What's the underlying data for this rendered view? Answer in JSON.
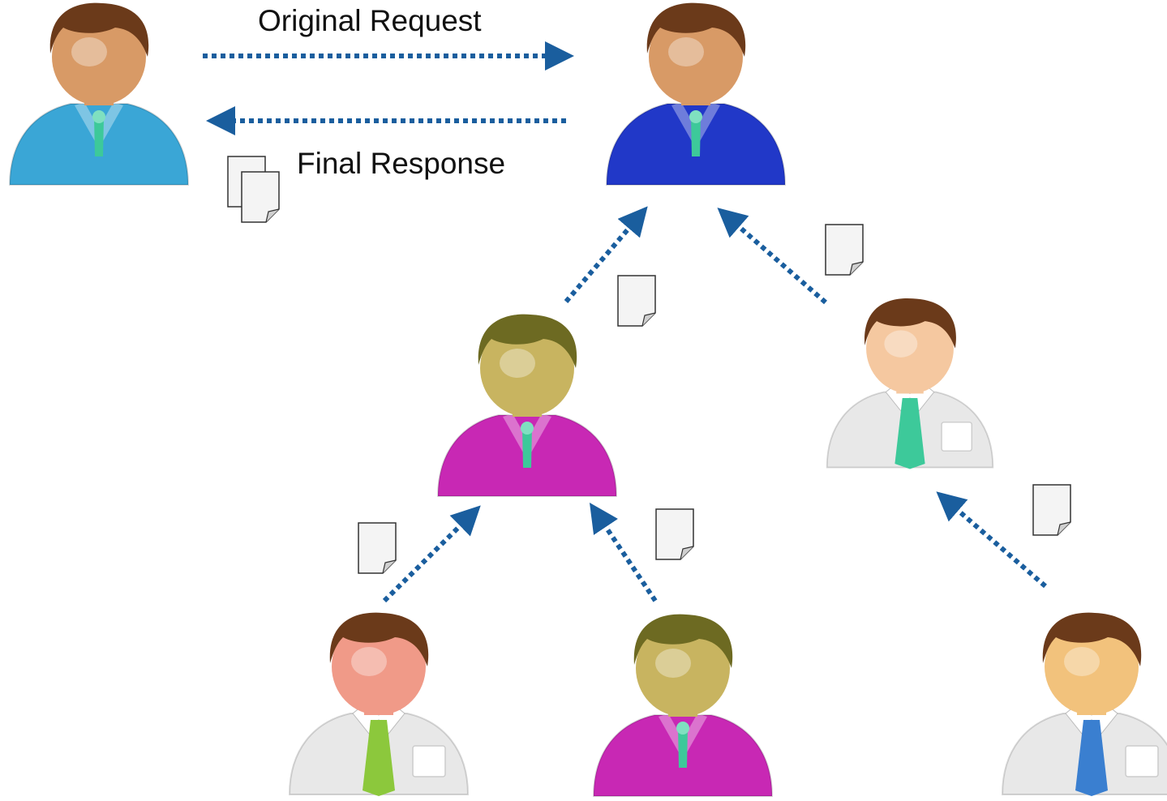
{
  "labels": {
    "original_request": "Original Request",
    "final_response": "Final Response"
  },
  "colors": {
    "arrow": "#1a5e9e",
    "suit_light_blue": "#3aa6d6",
    "suit_dark_blue": "#2138c8",
    "suit_magenta": "#c828b4",
    "shirt_white": "#e8e8e8",
    "tie_teal": "#3dc99a",
    "tie_lime": "#8cc83c",
    "tie_blue": "#3a7fd0",
    "hair_brown": "#6b3a1a",
    "hair_olive": "#6d6a22"
  },
  "people": [
    {
      "id": "requester",
      "style": "suit",
      "suit": "suit_light_blue",
      "hair": "hair_brown",
      "face": "#d89a66"
    },
    {
      "id": "root-worker",
      "style": "suit",
      "suit": "suit_dark_blue",
      "hair": "hair_brown",
      "face": "#d89a66"
    },
    {
      "id": "mid-worker-left",
      "style": "suit",
      "suit": "suit_magenta",
      "hair": "hair_olive",
      "face": "#c8b460"
    },
    {
      "id": "mid-worker-right",
      "style": "shirt",
      "tie": "tie_teal",
      "hair": "hair_brown",
      "face": "#f5c8a0"
    },
    {
      "id": "leaf-worker-1",
      "style": "shirt",
      "tie": "tie_lime",
      "hair": "hair_brown",
      "face": "#f09a88"
    },
    {
      "id": "leaf-worker-2",
      "style": "suit",
      "suit": "suit_magenta",
      "hair": "hair_olive",
      "face": "#c8b460"
    },
    {
      "id": "leaf-worker-3",
      "style": "shirt",
      "tie": "tie_blue",
      "hair": "hair_brown",
      "face": "#f2c27c"
    }
  ]
}
